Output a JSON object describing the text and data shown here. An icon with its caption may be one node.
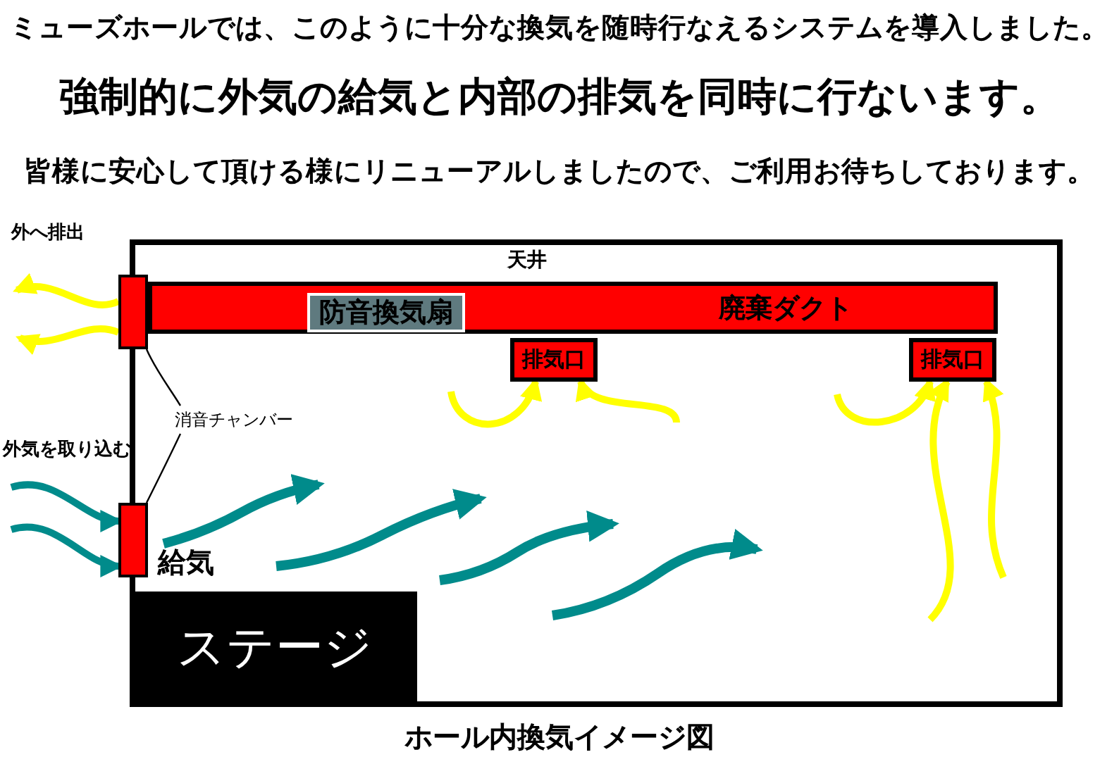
{
  "diagram": {
    "caption": "ホール内換気イメージ図",
    "nodes": [
      {
        "text": [
          "廃棄ダクト"
        ]
      },
      {
        "text": [
          "防音換気扇"
        ],
        "in": 0
      },
      {
        "text": [
          "排気口"
        ]
      },
      {
        "text": [
          "排気口"
        ]
      },
      {
        "text": [],
        "shape": "box"
      },
      {
        "text": [],
        "shape": "box"
      },
      {
        "text": [
          "消音チャンバー"
        ]
      },
      {
        "text": [
          "ステージ"
        ]
      }
    ],
    "edges": [
      {
        "from": 6,
        "to": 4,
        "arrow": "none",
        "color": "#000000"
      },
      {
        "from": 6,
        "to": 5,
        "arrow": "none",
        "color": "#000000"
      },
      {
        "from": 4,
        "to": null,
        "arrow": "to"
      },
      {
        "from": 4,
        "to": null,
        "arrow": "to"
      },
      {
        "from": null,
        "to": 5,
        "arrow": "to",
        "color": "#008b8b"
      },
      {
        "from": null,
        "to": 5,
        "arrow": "to",
        "color": "#008b8b"
      },
      {
        "from": null,
        "to": 2,
        "arrow": "to"
      },
      {
        "from": null,
        "to": 2,
        "arrow": "to"
      },
      {
        "from": null,
        "to": 3,
        "arrow": "to"
      },
      {
        "from": null,
        "to": 3,
        "arrow": "to"
      },
      {
        "from": null,
        "to": 3,
        "arrow": "to"
      }
    ],
    "labels": [
      "ミューズホールでは、このように十分な換気を随時行なえるシステムを導入しました。",
      "強制的に外気の給気と内部の排気を同時に行ないます。",
      "皆様に安心して頂ける様にリニューアルしましたので、ご利用お待ちしております。",
      "天井",
      "外へ排出",
      "外気を取り込む",
      "給気"
    ]
  }
}
